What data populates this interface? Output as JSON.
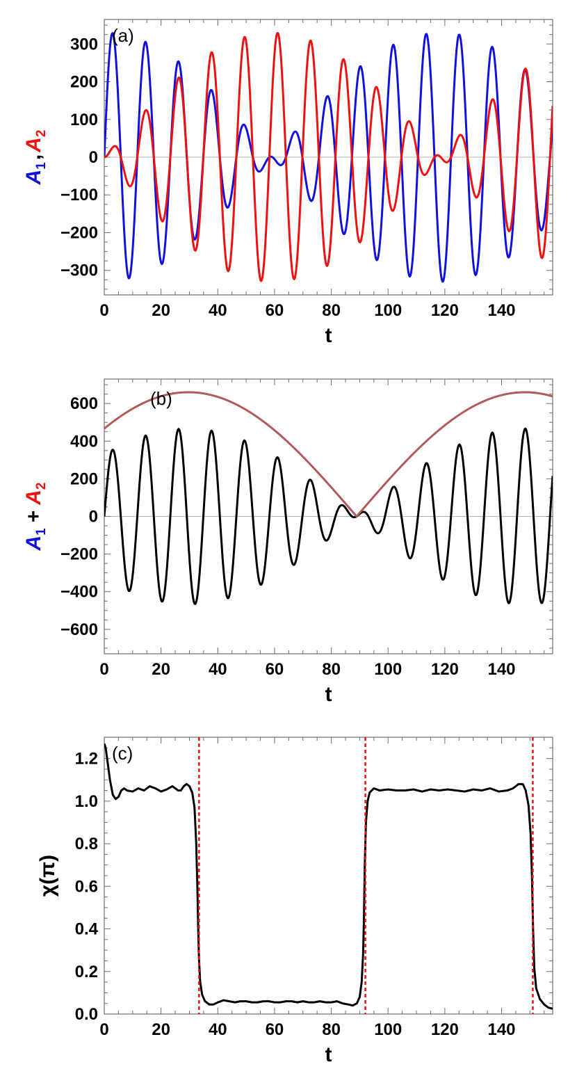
{
  "colors": {
    "a1": "#1111dd",
    "a2": "#ee1111",
    "sum": "#000000",
    "envelope": "#b05a5a",
    "marker": "#ee1111",
    "zeroline": "#b4b4b4"
  },
  "chart_data": [
    {
      "type": "line",
      "panel_label": "(a)",
      "xlabel": "t",
      "ylabel": {
        "p1": "A",
        "s1": "1",
        "sep": ",",
        "p2": "A",
        "s2": "2"
      },
      "xlim": [
        0,
        158
      ],
      "ylim": [
        -365,
        365
      ],
      "xticks": [
        0,
        20,
        40,
        60,
        80,
        100,
        120,
        140
      ],
      "yticks": [
        300,
        200,
        100,
        0,
        -100,
        -200,
        -300
      ],
      "ytick_labels": [
        "300",
        "200",
        "100",
        "0",
        "−100",
        "−200",
        "−300"
      ],
      "series": [
        {
          "key": "a1",
          "model": {
            "form": "beat",
            "amplitude": 330,
            "omega_fast": 0.54,
            "omega_slow": 0.0265,
            "phase": "cos",
            "points": 640
          }
        },
        {
          "key": "a2",
          "model": {
            "form": "beat",
            "amplitude": 330,
            "omega_fast": 0.54,
            "omega_slow": 0.0265,
            "phase": "sin",
            "points": 640
          }
        }
      ]
    },
    {
      "type": "line",
      "panel_label": "(b)",
      "xlabel": "t",
      "ylabel": {
        "p1": "A",
        "s1": "1",
        "sep": "+",
        "p2": "A",
        "s2": "2"
      },
      "xlim": [
        0,
        158
      ],
      "ylim": [
        -730,
        730
      ],
      "xticks": [
        0,
        20,
        40,
        60,
        80,
        100,
        120,
        140
      ],
      "yticks": [
        600,
        400,
        200,
        0,
        -200,
        -400,
        -600
      ],
      "ytick_labels": [
        "600",
        "400",
        "200",
        "0",
        "−200",
        "−400",
        "−600"
      ],
      "series": [
        {
          "key": "sum",
          "model": {
            "form": "sum",
            "amplitude": 330,
            "omega_fast": 0.54,
            "omega_slow": 0.0265,
            "points": 640
          }
        },
        {
          "key": "envelope",
          "model": {
            "form": "envelope",
            "amplitude": 660,
            "omega_slow": 0.0265,
            "points": 320
          }
        }
      ]
    },
    {
      "type": "line",
      "panel_label": "(c)",
      "xlabel": "t",
      "ylabel": {
        "p1": "χ(π)"
      },
      "xlim": [
        0,
        158
      ],
      "ylim": [
        0,
        1.3
      ],
      "xticks": [
        0,
        20,
        40,
        60,
        80,
        100,
        120,
        140
      ],
      "yticks": [
        1.2,
        1.0,
        0.8,
        0.6,
        0.4,
        0.2,
        0.0
      ],
      "ytick_labels": [
        "1.2",
        "1.0",
        "0.8",
        "0.6",
        "0.4",
        "0.2",
        "0.0"
      ],
      "series": [
        {
          "key": "sum",
          "points": [
            [
              0,
              1.27
            ],
            [
              0.5,
              1.25
            ],
            [
              1,
              1.2
            ],
            [
              2,
              1.1
            ],
            [
              3,
              1.03
            ],
            [
              4,
              1.01
            ],
            [
              5,
              1.02
            ],
            [
              6,
              1.05
            ],
            [
              7,
              1.06
            ],
            [
              8,
              1.05
            ],
            [
              10,
              1.045
            ],
            [
              12,
              1.06
            ],
            [
              14,
              1.05
            ],
            [
              16,
              1.07
            ],
            [
              18,
              1.06
            ],
            [
              20,
              1.045
            ],
            [
              22,
              1.055
            ],
            [
              24,
              1.07
            ],
            [
              26,
              1.05
            ],
            [
              27,
              1.05
            ],
            [
              28,
              1.07
            ],
            [
              29,
              1.08
            ],
            [
              30,
              1.07
            ],
            [
              31,
              1.04
            ],
            [
              31.8,
              0.97
            ],
            [
              32.4,
              0.8
            ],
            [
              32.8,
              0.6
            ],
            [
              33.1,
              0.4
            ],
            [
              33.4,
              0.25
            ],
            [
              33.8,
              0.15
            ],
            [
              34.5,
              0.09
            ],
            [
              35.5,
              0.06
            ],
            [
              37,
              0.045
            ],
            [
              38.5,
              0.045
            ],
            [
              40,
              0.055
            ],
            [
              42,
              0.065
            ],
            [
              44,
              0.06
            ],
            [
              46,
              0.055
            ],
            [
              48,
              0.06
            ],
            [
              50,
              0.06
            ],
            [
              52,
              0.055
            ],
            [
              54,
              0.055
            ],
            [
              56,
              0.06
            ],
            [
              58,
              0.06
            ],
            [
              60,
              0.055
            ],
            [
              62,
              0.055
            ],
            [
              64,
              0.06
            ],
            [
              66,
              0.06
            ],
            [
              68,
              0.055
            ],
            [
              70,
              0.06
            ],
            [
              72,
              0.055
            ],
            [
              74,
              0.055
            ],
            [
              76,
              0.06
            ],
            [
              78,
              0.055
            ],
            [
              80,
              0.055
            ],
            [
              82,
              0.06
            ],
            [
              84,
              0.05
            ],
            [
              86,
              0.045
            ],
            [
              87.5,
              0.04
            ],
            [
              89,
              0.05
            ],
            [
              90,
              0.08
            ],
            [
              90.7,
              0.15
            ],
            [
              91.2,
              0.28
            ],
            [
              91.5,
              0.45
            ],
            [
              91.8,
              0.7
            ],
            [
              92.2,
              0.9
            ],
            [
              92.8,
              1.0
            ],
            [
              93.5,
              1.04
            ],
            [
              95,
              1.06
            ],
            [
              97,
              1.05
            ],
            [
              100,
              1.055
            ],
            [
              103,
              1.05
            ],
            [
              106,
              1.05
            ],
            [
              109,
              1.055
            ],
            [
              112,
              1.045
            ],
            [
              115,
              1.055
            ],
            [
              118,
              1.05
            ],
            [
              121,
              1.055
            ],
            [
              124,
              1.05
            ],
            [
              127,
              1.045
            ],
            [
              130,
              1.055
            ],
            [
              133,
              1.05
            ],
            [
              136,
              1.06
            ],
            [
              139,
              1.045
            ],
            [
              142,
              1.05
            ],
            [
              144,
              1.06
            ],
            [
              146,
              1.08
            ],
            [
              147.5,
              1.08
            ],
            [
              148.5,
              1.05
            ],
            [
              149.5,
              0.98
            ],
            [
              150.2,
              0.85
            ],
            [
              150.7,
              0.65
            ],
            [
              151.1,
              0.4
            ],
            [
              151.5,
              0.22
            ],
            [
              152.2,
              0.12
            ],
            [
              153.5,
              0.07
            ],
            [
              155,
              0.045
            ],
            [
              156.5,
              0.03
            ],
            [
              158,
              0.025
            ]
          ]
        }
      ],
      "markers": [
        33.4,
        92,
        151
      ]
    }
  ]
}
